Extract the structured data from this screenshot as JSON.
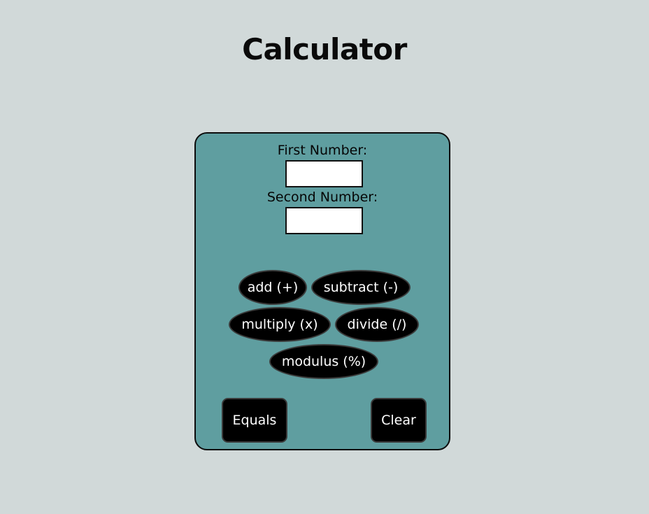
{
  "page": {
    "title": "Calculator"
  },
  "form": {
    "first_label": "First Number:",
    "first_value": "",
    "second_label": "Second Number:",
    "second_value": ""
  },
  "operations": {
    "add": "add (+)",
    "subtract": "subtract (-)",
    "multiply": "multiply (x)",
    "divide": "divide (/)",
    "modulus": "modulus (%)"
  },
  "actions": {
    "equals": "Equals",
    "clear": "Clear"
  },
  "colors": {
    "background": "#d1d9d9",
    "panel": "#5f9ea0",
    "button": "#000000",
    "button_text": "#ffffff"
  }
}
